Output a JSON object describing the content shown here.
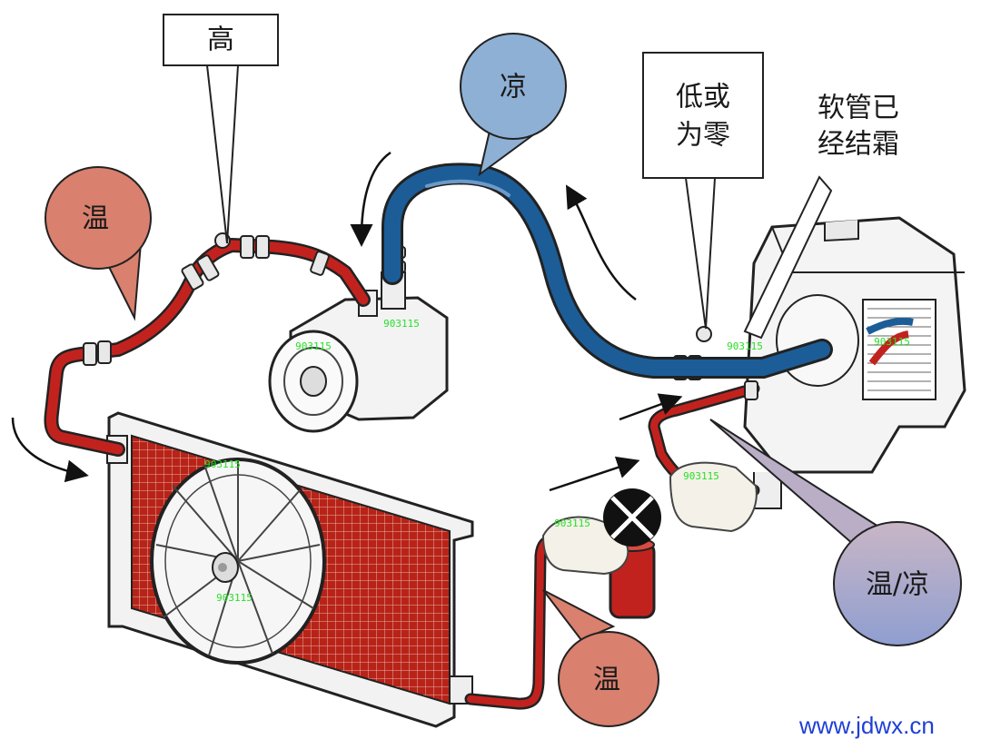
{
  "labels": {
    "high": "高",
    "cool": "凉",
    "low_or_zero_line1": "低或",
    "low_or_zero_line2": "为零",
    "frost_line1": "软管已",
    "frost_line2": "经结霜",
    "warm_left": "温",
    "warm_bottom": "温",
    "warm_cool": "温/凉"
  },
  "watermark": "903115",
  "website": "www.jdwx.cn",
  "colors": {
    "hot_line": "#c2221e",
    "cold_line": "#1c5d98",
    "condenser": "#b82318",
    "warm_bubble": "#d9806e",
    "cool_bubble": "#8fb0d5",
    "warm_cool_bubble": "#b7b3c8",
    "link_text": "#1f3fd6"
  }
}
